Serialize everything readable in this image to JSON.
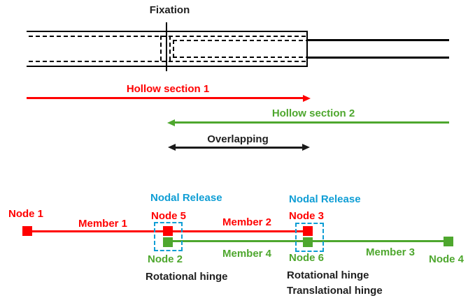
{
  "colors": {
    "red": "#FF0000",
    "green": "#4EA72E",
    "blue": "#0F9ED5",
    "line_black": "#000000",
    "text_black": "#1F1F1F"
  },
  "top_diagram": {
    "fixation_label": "Fixation",
    "hollow_section_1_label": "Hollow section 1",
    "hollow_section_2_label": "Hollow section 2",
    "overlapping_label": "Overlapping"
  },
  "bottom_diagram": {
    "nodal_release_left_label": "Nodal Release",
    "nodal_release_right_label": "Nodal Release",
    "node1_label": "Node 1",
    "node2_label": "Node 2",
    "node3_label": "Node 3",
    "node4_label": "Node 4",
    "node5_label": "Node 5",
    "node6_label": "Node 6",
    "member1_label": "Member 1",
    "member2_label": "Member 2",
    "member3_label": "Member 3",
    "member4_label": "Member 4",
    "rotational_hinge_left_label": "Rotational hinge",
    "rotational_hinge_right_label": "Rotational hinge",
    "translational_hinge_label": "Translational hinge"
  }
}
